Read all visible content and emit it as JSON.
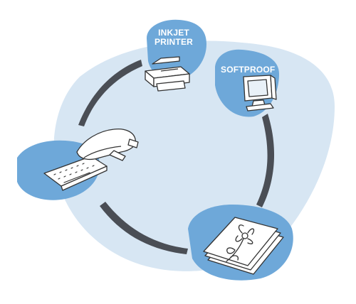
{
  "nodes": {
    "inkjet_printer": {
      "label_line1": "INKJET",
      "label_line2": "PRINTER",
      "icon": "printer-icon"
    },
    "softproof": {
      "label": "SOFTPROOF",
      "icon": "monitor-icon"
    },
    "scanner": {
      "icon": "scanner-icon"
    },
    "print_output": {
      "icon": "printed-photo-icon"
    }
  },
  "colors": {
    "background_blob": "#d7e6f3",
    "node_blob": "#6ea8d9",
    "cycle_arrow": "#4a4e55",
    "icon_fill": "#ffffff",
    "icon_stroke": "#333333"
  }
}
